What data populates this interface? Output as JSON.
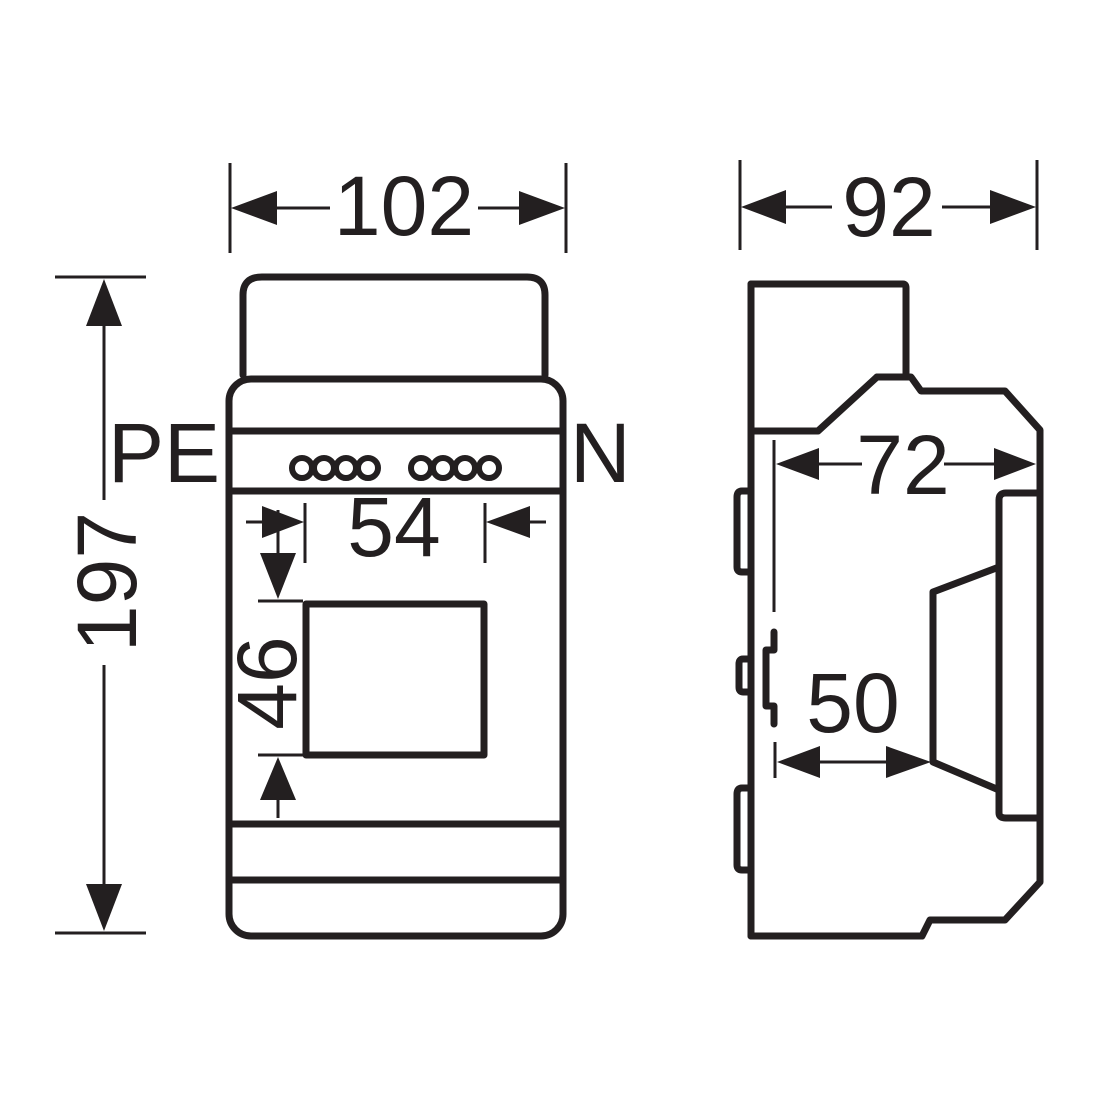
{
  "dimensions": {
    "front_width": "102",
    "side_depth": "92",
    "height": "197",
    "inner_depth": "72",
    "terminal_spacing": "54",
    "window_height": "46",
    "window_depth": "50"
  },
  "terminals": {
    "left_label": "PE",
    "right_label": "N"
  },
  "colors": {
    "ink": "#231f20",
    "paper": "#ffffff"
  }
}
